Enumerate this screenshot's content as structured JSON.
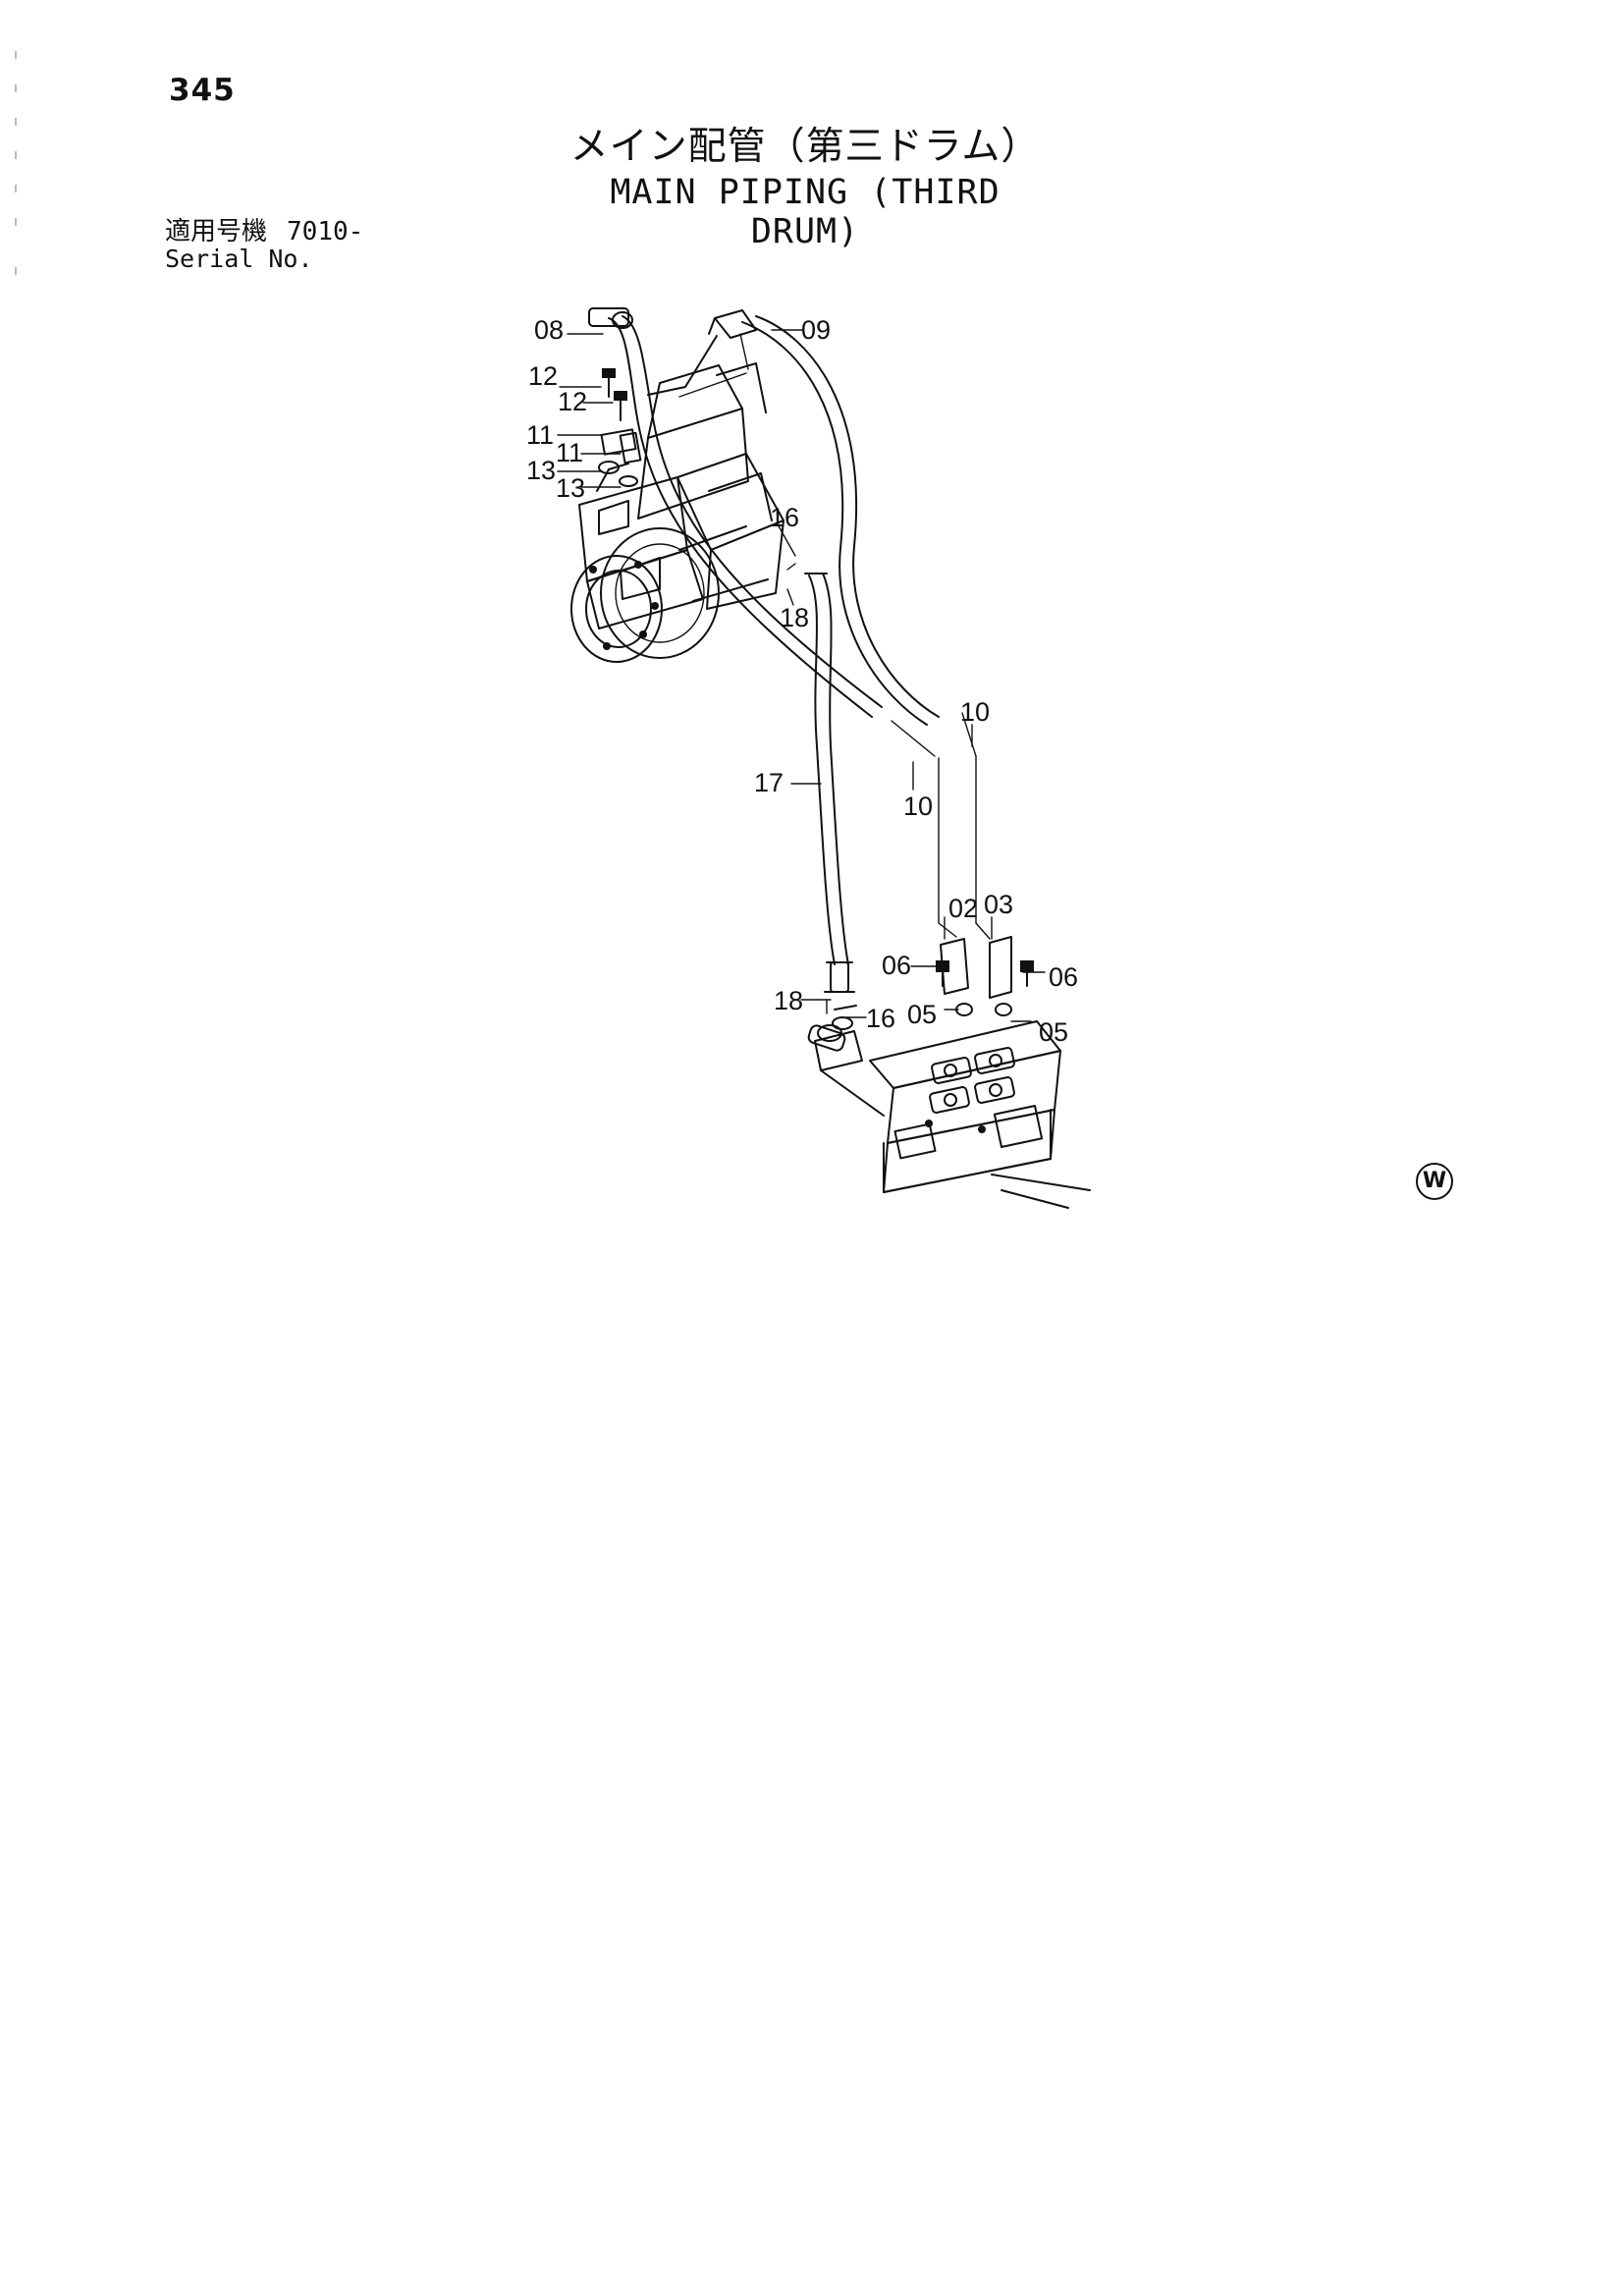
{
  "header": {
    "page_number": "345",
    "title_ja": "メイン配管（第三ドラム）",
    "title_en": "MAIN PIPING (THIRD DRUM)"
  },
  "serial": {
    "label_ja": "適用号機",
    "value": "7010-",
    "label_en": "Serial No."
  },
  "callouts": {
    "c08": "08",
    "c09": "09",
    "c12a": "12",
    "c12b": "12",
    "c11a": "11",
    "c11b": "11",
    "c13a": "13",
    "c13b": "13",
    "c16a": "16",
    "c18a": "18",
    "c17": "17",
    "c10a": "10",
    "c10b": "10",
    "c02": "02",
    "c03": "03",
    "c06a": "06",
    "c06b": "06",
    "c18b": "18",
    "c16b": "16",
    "c05a": "05",
    "c05b": "05"
  },
  "watermark": {
    "symbol": "W"
  }
}
